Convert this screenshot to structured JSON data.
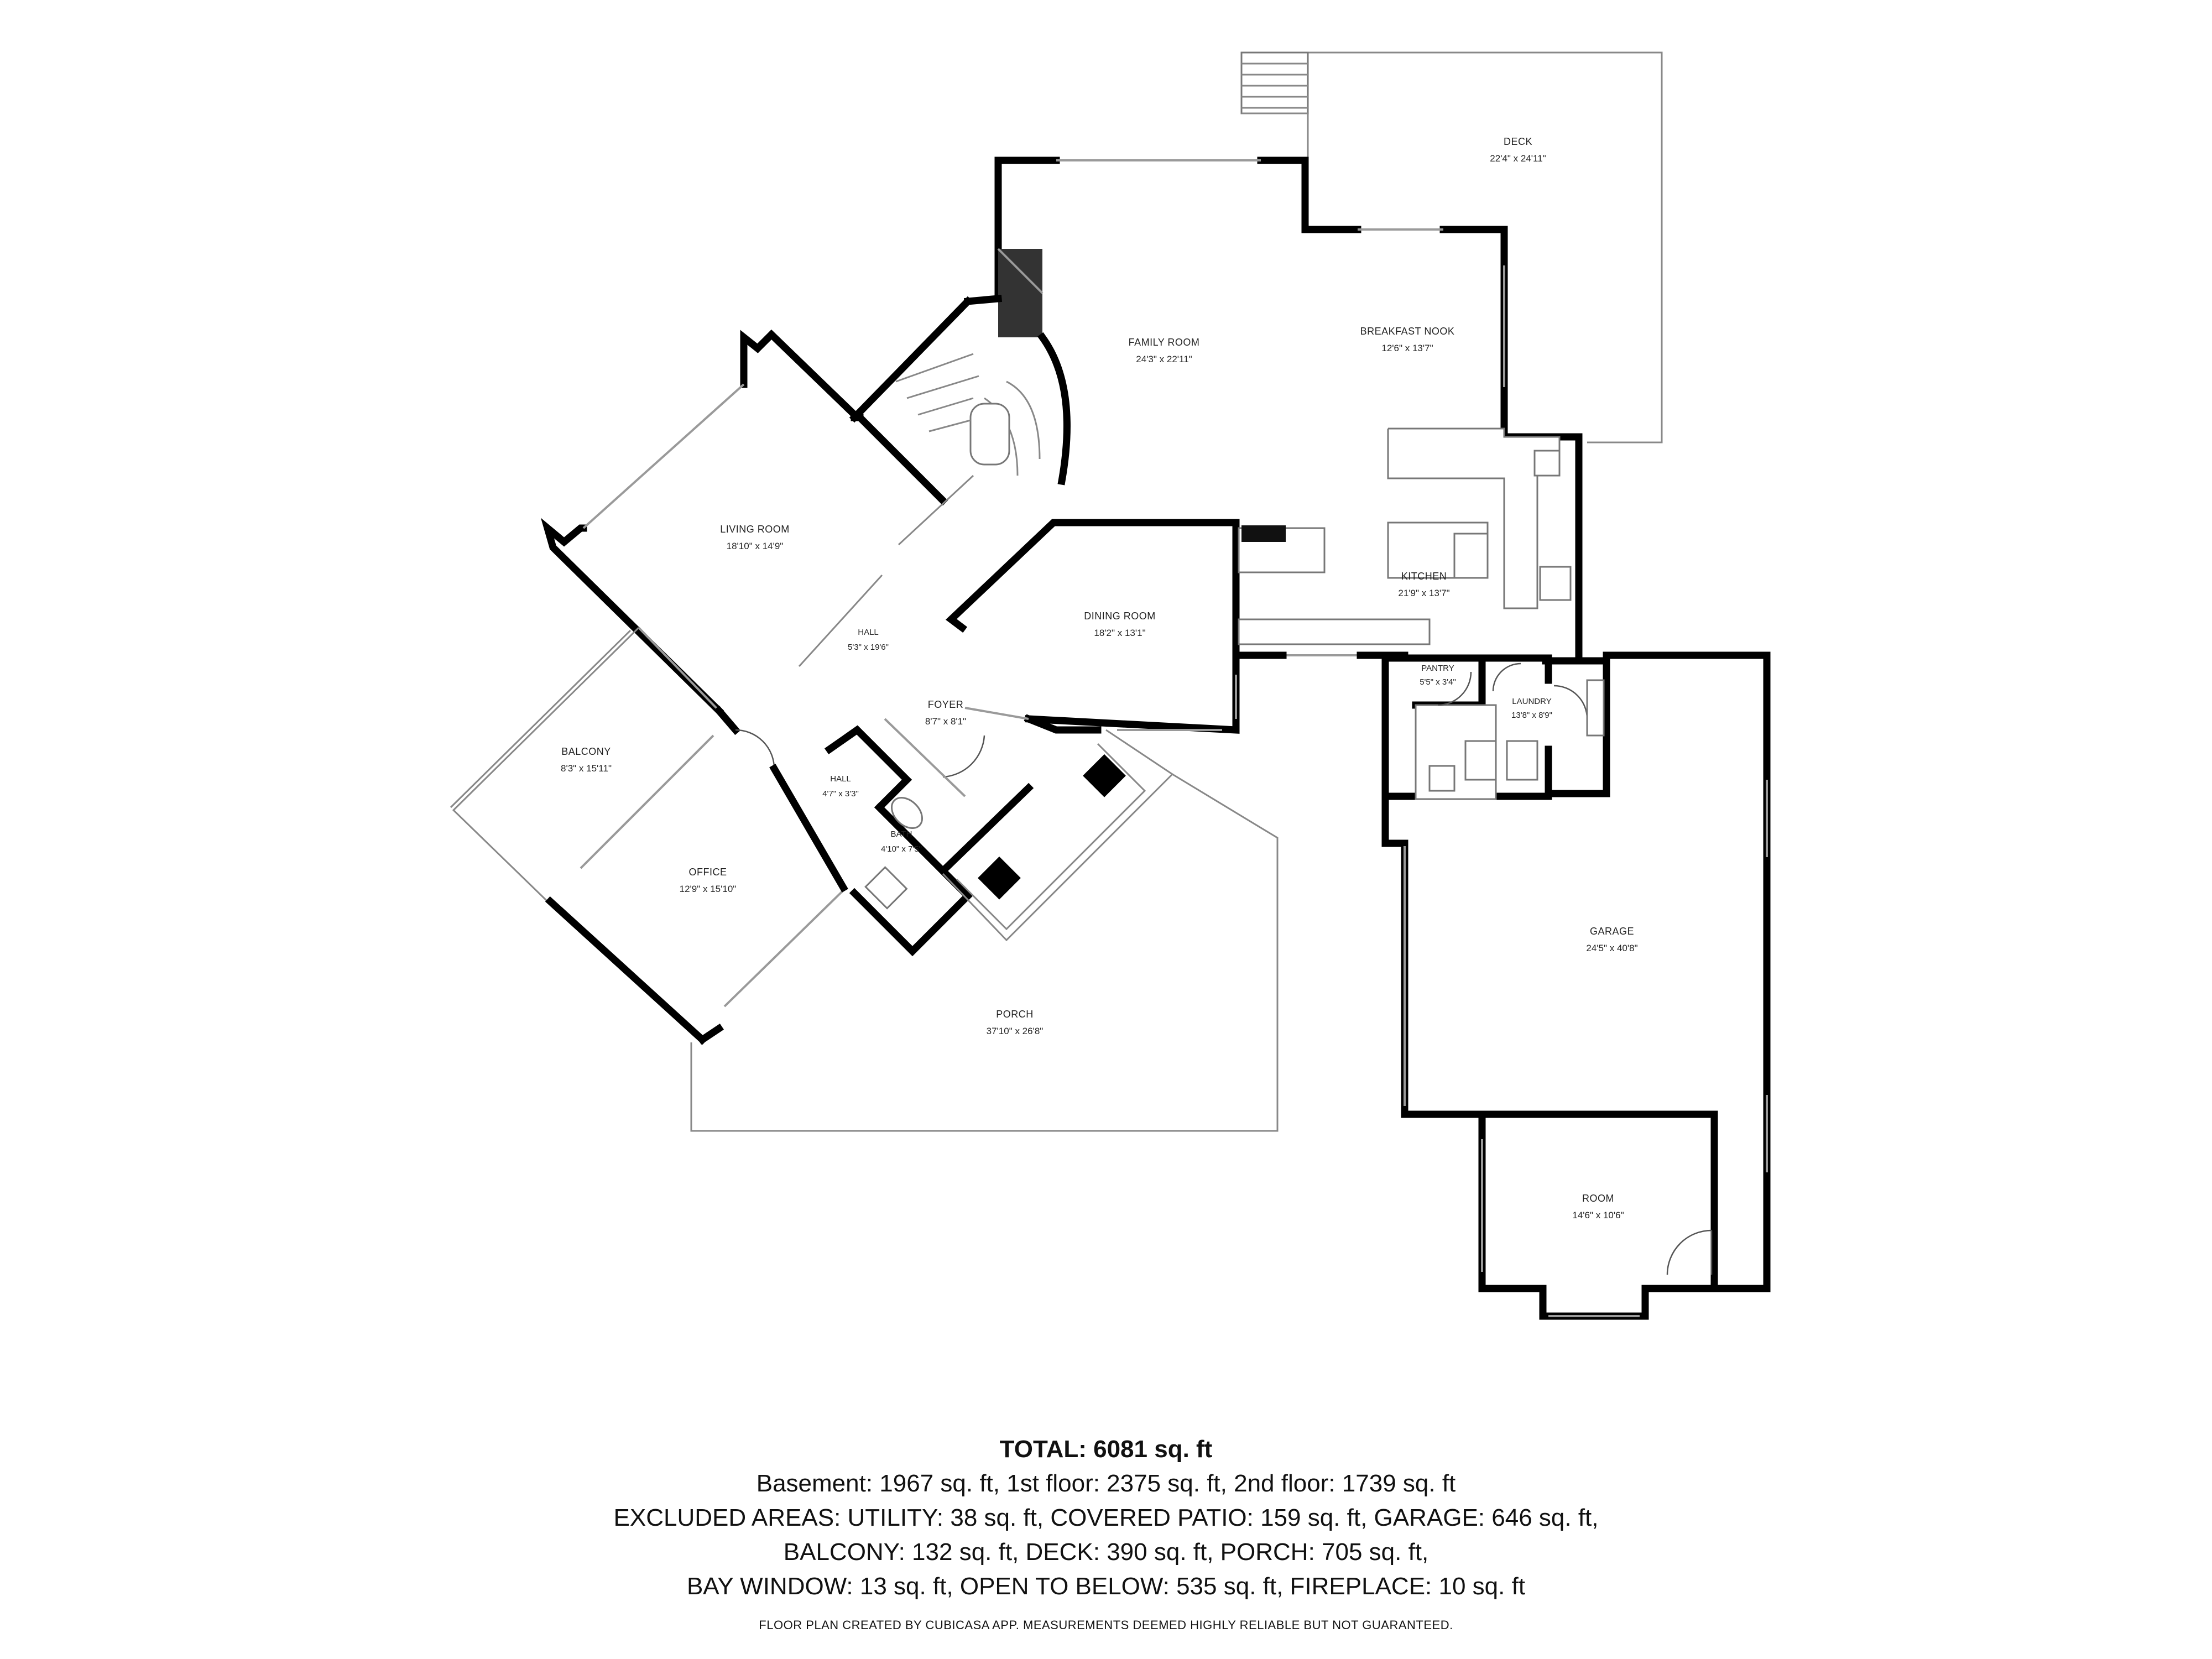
{
  "rooms": {
    "deck": {
      "name": "DECK",
      "dims": "22'4\" x 24'11\""
    },
    "family_room": {
      "name": "FAMILY ROOM",
      "dims": "24'3\" x 22'11\""
    },
    "breakfast_nook": {
      "name": "BREAKFAST NOOK",
      "dims": "12'6\" x 13'7\""
    },
    "living_room": {
      "name": "LIVING ROOM",
      "dims": "18'10\" x 14'9\""
    },
    "hall_main": {
      "name": "HALL",
      "dims": "5'3\" x 19'6\""
    },
    "dining_room": {
      "name": "DINING ROOM",
      "dims": "18'2\" x 13'1\""
    },
    "kitchen": {
      "name": "KITCHEN",
      "dims": "21'9\" x 13'7\""
    },
    "foyer": {
      "name": "FOYER",
      "dims": "8'7\" x 8'1\""
    },
    "balcony": {
      "name": "BALCONY",
      "dims": "8'3\" x 15'11\""
    },
    "hall_small": {
      "name": "HALL",
      "dims": "4'7\" x 3'3\""
    },
    "bath": {
      "name": "BATH",
      "dims": "4'10\" x 7'5\""
    },
    "office": {
      "name": "OFFICE",
      "dims": "12'9\" x 15'10\""
    },
    "pantry": {
      "name": "PANTRY",
      "dims": "5'5\" x 3'4\""
    },
    "laundry": {
      "name": "LAUNDRY",
      "dims": "13'8\" x 8'9\""
    },
    "garage": {
      "name": "GARAGE",
      "dims": "24'5\" x 40'8\""
    },
    "porch": {
      "name": "PORCH",
      "dims": "37'10\" x 26'8\""
    },
    "room": {
      "name": "ROOM",
      "dims": "14'6\" x 10'6\""
    }
  },
  "summary": {
    "total": "TOTAL: 6081 sq. ft",
    "line1": "Basement: 1967 sq. ft, 1st floor: 2375 sq. ft, 2nd floor: 1739 sq. ft",
    "line2": "EXCLUDED AREAS: UTILITY: 38 sq. ft, COVERED PATIO: 159 sq. ft, GARAGE: 646 sq. ft,",
    "line3": "BALCONY: 132 sq. ft, DECK: 390 sq. ft, PORCH: 705 sq. ft,",
    "line4": "BAY WINDOW: 13 sq. ft, OPEN TO BELOW: 535 sq. ft, FIREPLACE: 10 sq. ft",
    "footer": "FLOOR PLAN CREATED BY CUBICASA APP. MEASUREMENTS DEEMED HIGHLY RELIABLE BUT NOT GUARANTEED."
  }
}
